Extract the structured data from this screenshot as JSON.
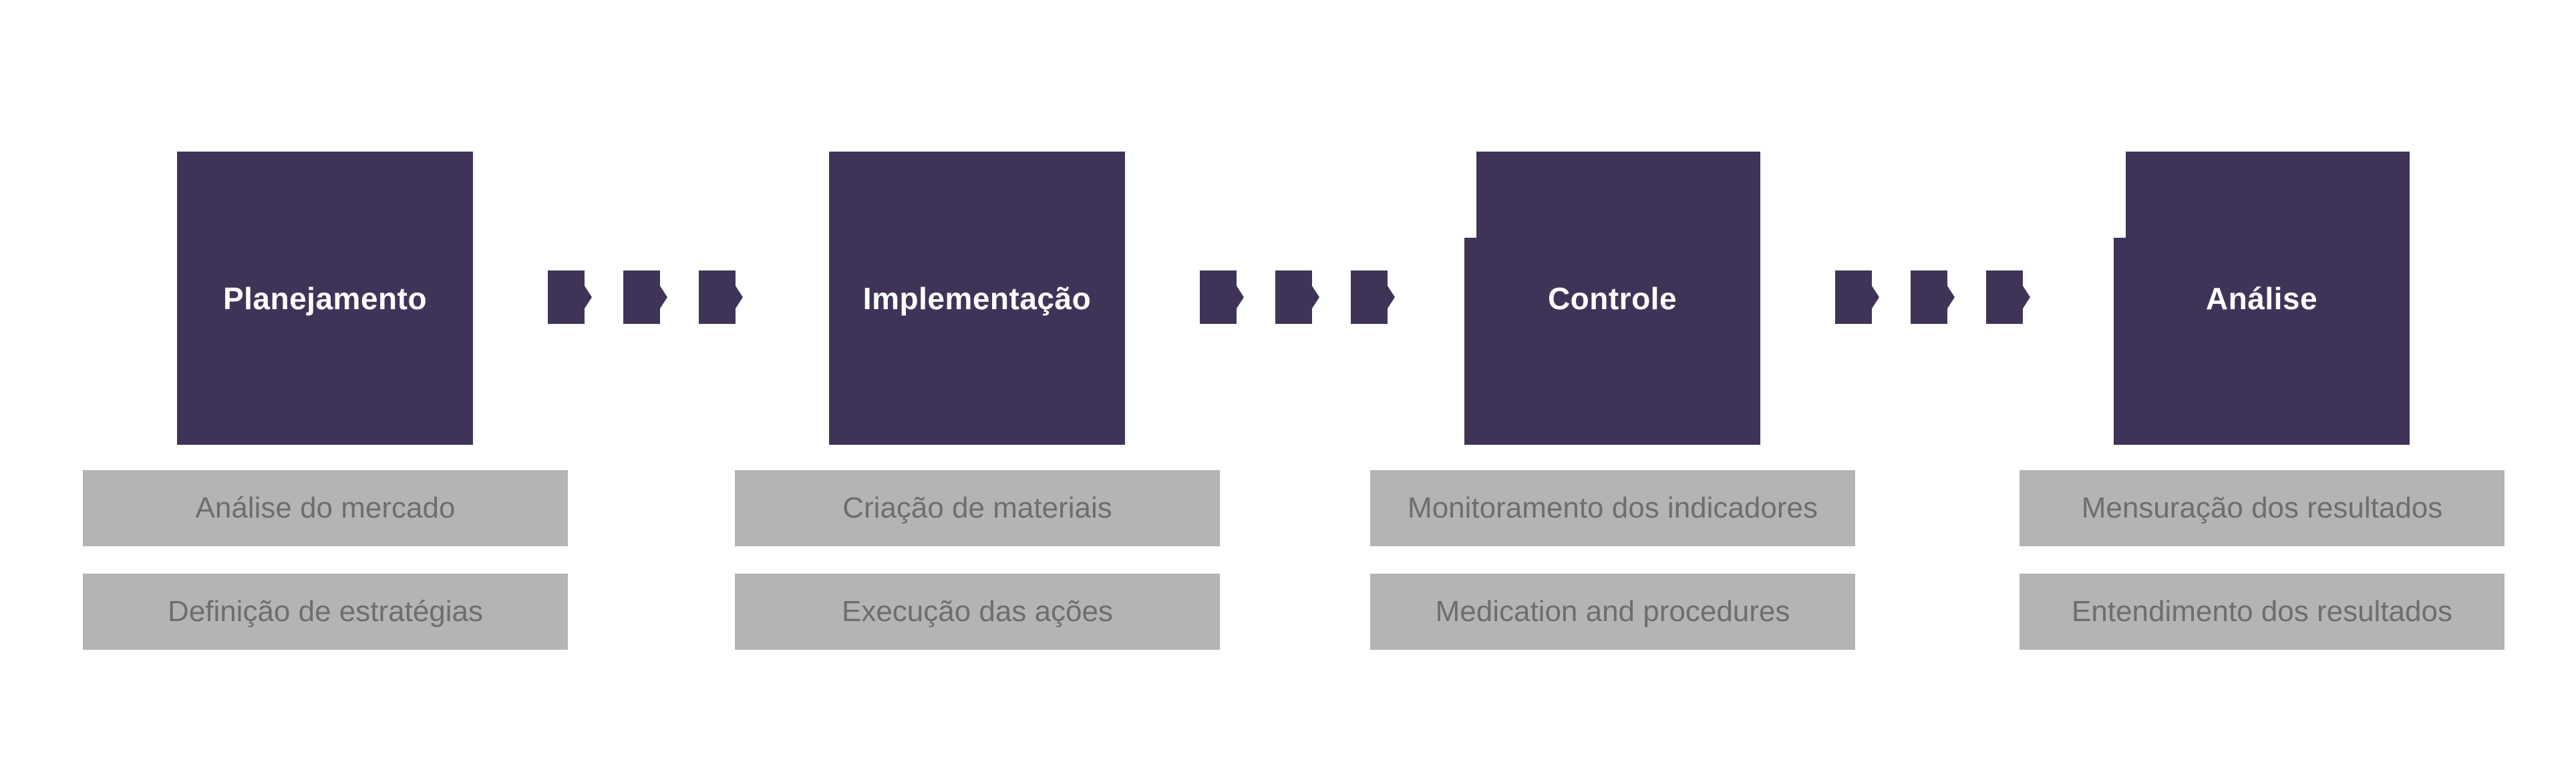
{
  "diagram": {
    "colors": {
      "box": "#3f3458",
      "bar_background": "#b4b4b4",
      "bar_text": "#6e6e6e",
      "box_title_text": "#ffffff"
    },
    "stages": [
      {
        "title": "Planejamento",
        "items": [
          "Análise do mercado",
          "Definição de estratégias"
        ]
      },
      {
        "title": "Implementação",
        "items": [
          "Criação de materiais",
          "Execução das ações"
        ]
      },
      {
        "title": "Controle",
        "items": [
          "Monitoramento dos indicadores",
          "Medication and procedures"
        ]
      },
      {
        "title": "Análise",
        "items": [
          "Mensuração dos resultados",
          "Entendimento dos resultados"
        ]
      }
    ]
  }
}
